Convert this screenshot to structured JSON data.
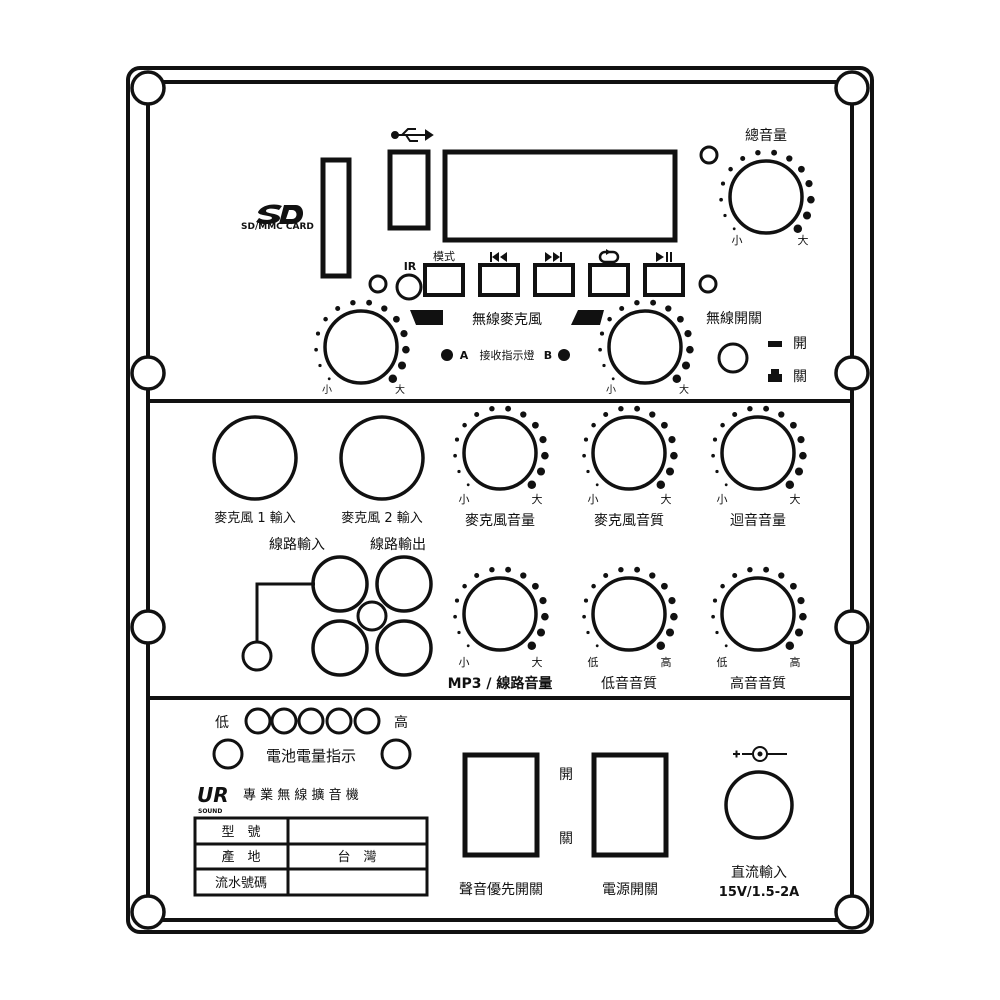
{
  "sd_label": "SD/MMC CARD",
  "master_volume": {
    "label": "總音量",
    "min": "小",
    "max": "大"
  },
  "transport": {
    "mode": "模式",
    "ir": "IR",
    "prev_icon": "skip-back-icon",
    "next_icon": "skip-forward-icon",
    "repeat_icon": "repeat-icon",
    "play_icon": "play-pause-icon"
  },
  "wireless_mic": {
    "label": "無線麥克風",
    "indicator": "接收指示燈",
    "a": "A",
    "b": "B",
    "min": "小",
    "max": "大"
  },
  "wireless_switch": {
    "label": "無線開關",
    "on": "開",
    "off": "關"
  },
  "mic_inputs": [
    "麥克風 1 輸入",
    "麥克風 2 輸入"
  ],
  "top_knobs": [
    {
      "label": "麥克風音量",
      "min": "小",
      "max": "大"
    },
    {
      "label": "麥克風音質",
      "min": "小",
      "max": "大"
    },
    {
      "label": "迴音音量",
      "min": "小",
      "max": "大"
    }
  ],
  "line_io": {
    "in": "線路輸入",
    "out": "線路輸出"
  },
  "bottom_knobs": [
    {
      "label": "MP3 / 線路音量",
      "min": "小",
      "max": "大"
    },
    {
      "label": "低音音質",
      "min": "低",
      "max": "高"
    },
    {
      "label": "高音音質",
      "min": "低",
      "max": "高"
    }
  ],
  "battery": {
    "label": "電池電量指示",
    "low": "低",
    "high": "高"
  },
  "brand": {
    "logo": "UR",
    "sub": "SOUND",
    "title": "專 業 無 線 擴 音 機"
  },
  "info_table": [
    {
      "key": "型　號",
      "value": ""
    },
    {
      "key": "產　地",
      "value": "台　灣"
    },
    {
      "key": "流水號碼",
      "value": ""
    }
  ],
  "switches": {
    "on": "開",
    "off": "關",
    "priority": "聲音優先開關",
    "power": "電源開關"
  },
  "dc": {
    "label": "直流輸入",
    "spec": "15V/1.5-2A",
    "polarity": "+-◯-"
  },
  "colors": {
    "ink": "#111111",
    "background": "#ffffff"
  }
}
